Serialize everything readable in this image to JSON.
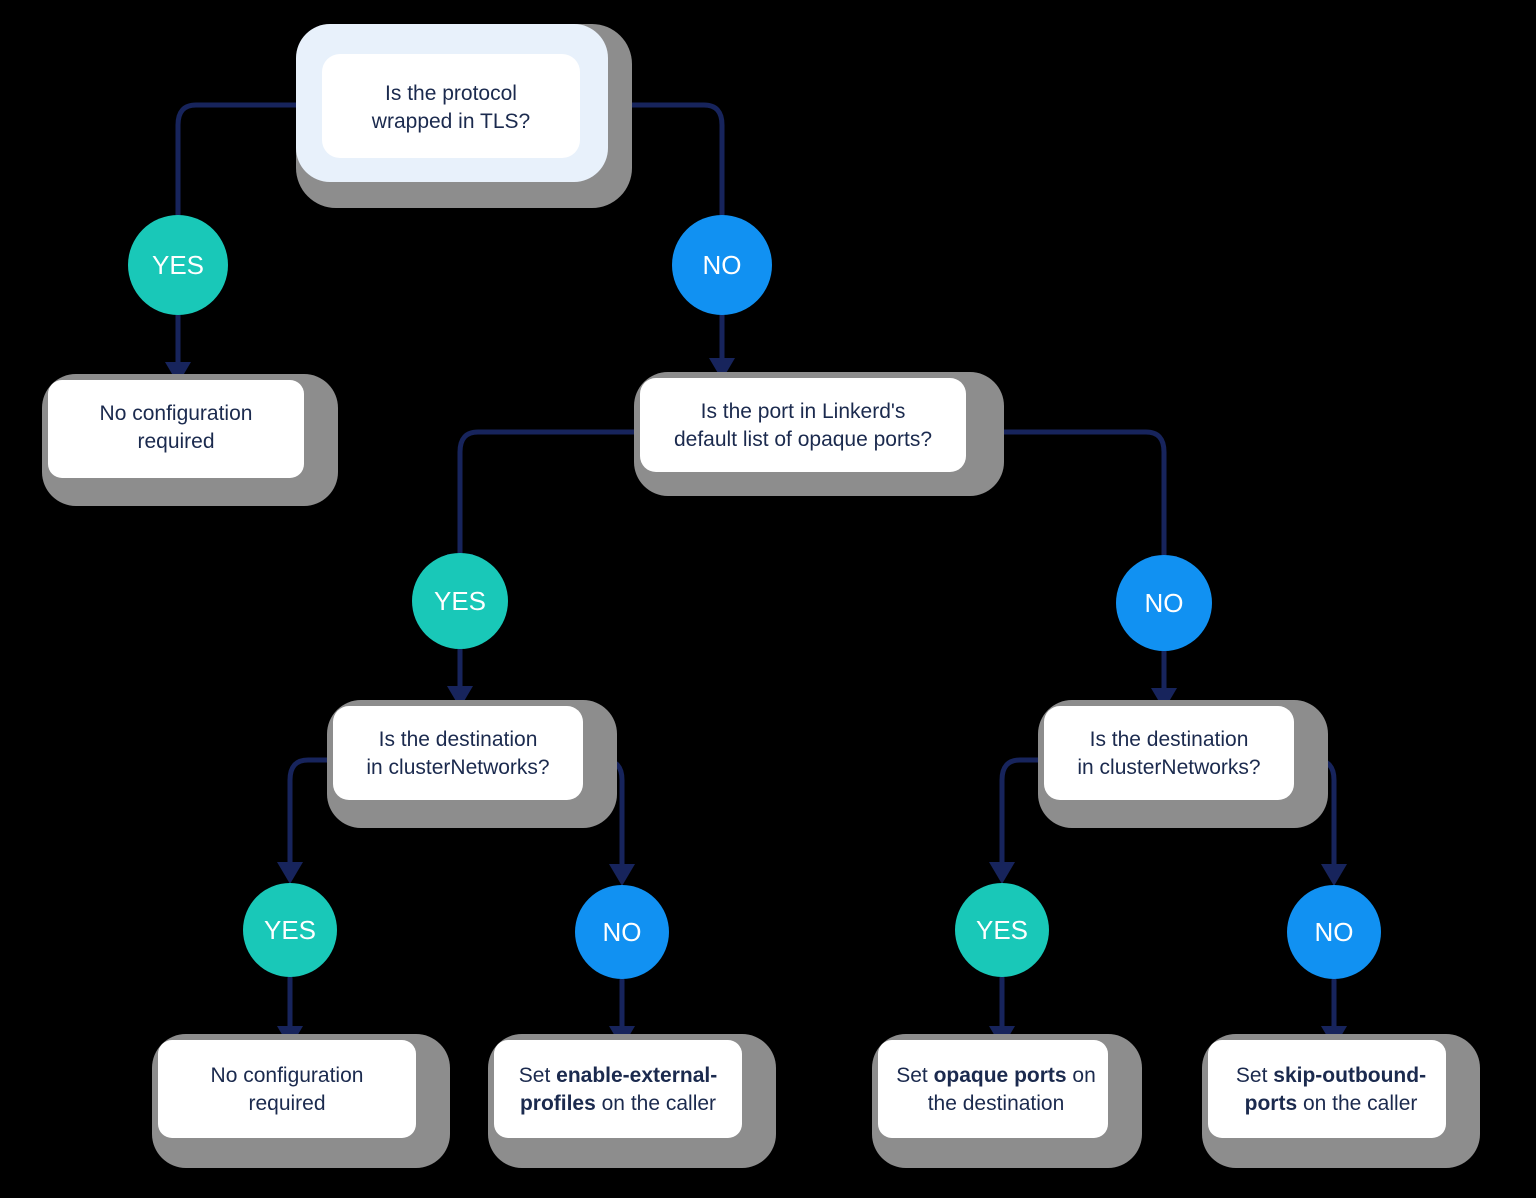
{
  "diagram": {
    "title": "Linkerd opaque ports / protocol detection decision tree",
    "type": "flowchart",
    "background_color": "#000000",
    "colors": {
      "yes_circle": "#19c8b8",
      "no_circle": "#1191f2",
      "node_fill": "#ffffff",
      "node_shadow": "#8d8d8d",
      "root_halo": "#e8f1fb",
      "text": "#1b2a4e",
      "circle_text": "#ffffff",
      "connector": "#17245c"
    },
    "nodes": [
      {
        "id": "q1",
        "kind": "decision-root",
        "lines": [
          [
            {
              "t": "Is the protocol",
              "bold": false
            }
          ],
          [
            {
              "t": "wrapped in TLS?",
              "bold": false
            }
          ]
        ]
      },
      {
        "id": "q2",
        "kind": "decision",
        "lines": [
          [
            {
              "t": "Is the port in Linkerd's",
              "bold": false
            }
          ],
          [
            {
              "t": "default list of opaque ports?",
              "bold": false
            }
          ]
        ]
      },
      {
        "id": "q3",
        "kind": "decision",
        "lines": [
          [
            {
              "t": "Is the destination",
              "bold": false
            }
          ],
          [
            {
              "t": "in clusterNetworks?",
              "bold": false
            }
          ]
        ]
      },
      {
        "id": "q4",
        "kind": "decision",
        "lines": [
          [
            {
              "t": "Is the destination",
              "bold": false
            }
          ],
          [
            {
              "t": "in clusterNetworks?",
              "bold": false
            }
          ]
        ]
      },
      {
        "id": "t1",
        "kind": "terminal",
        "lines": [
          [
            {
              "t": "No configuration",
              "bold": false
            }
          ],
          [
            {
              "t": "required",
              "bold": false
            }
          ]
        ]
      },
      {
        "id": "t2",
        "kind": "terminal",
        "lines": [
          [
            {
              "t": "No configuration",
              "bold": false
            }
          ],
          [
            {
              "t": "required",
              "bold": false
            }
          ]
        ]
      },
      {
        "id": "t3",
        "kind": "terminal",
        "lines": [
          [
            {
              "t": "Set ",
              "bold": false
            },
            {
              "t": "enable-external-",
              "bold": true
            }
          ],
          [
            {
              "t": "profiles",
              "bold": true
            },
            {
              "t": " on the caller",
              "bold": false
            }
          ]
        ]
      },
      {
        "id": "t4",
        "kind": "terminal",
        "lines": [
          [
            {
              "t": "Set ",
              "bold": false
            },
            {
              "t": "opaque ports",
              "bold": true
            },
            {
              "t": " on",
              "bold": false
            }
          ],
          [
            {
              "t": "the destination",
              "bold": false
            }
          ]
        ]
      },
      {
        "id": "t5",
        "kind": "terminal",
        "lines": [
          [
            {
              "t": "Set ",
              "bold": false
            },
            {
              "t": "skip-outbound-",
              "bold": true
            }
          ],
          [
            {
              "t": "ports",
              "bold": true
            },
            {
              "t": " on the caller",
              "bold": false
            }
          ]
        ]
      }
    ],
    "decision_badges": [
      {
        "id": "b1",
        "label": "YES",
        "variant": "yes",
        "from": "q1",
        "to": "t1"
      },
      {
        "id": "b2",
        "label": "NO",
        "variant": "no",
        "from": "q1",
        "to": "q2"
      },
      {
        "id": "b3",
        "label": "YES",
        "variant": "yes",
        "from": "q2",
        "to": "q3"
      },
      {
        "id": "b4",
        "label": "NO",
        "variant": "no",
        "from": "q2",
        "to": "q4"
      },
      {
        "id": "b5",
        "label": "YES",
        "variant": "yes",
        "from": "q3",
        "to": "t2"
      },
      {
        "id": "b6",
        "label": "NO",
        "variant": "no",
        "from": "q3",
        "to": "t3"
      },
      {
        "id": "b7",
        "label": "YES",
        "variant": "yes",
        "from": "q4",
        "to": "t4"
      },
      {
        "id": "b8",
        "label": "NO",
        "variant": "no",
        "from": "q4",
        "to": "t5"
      }
    ]
  }
}
